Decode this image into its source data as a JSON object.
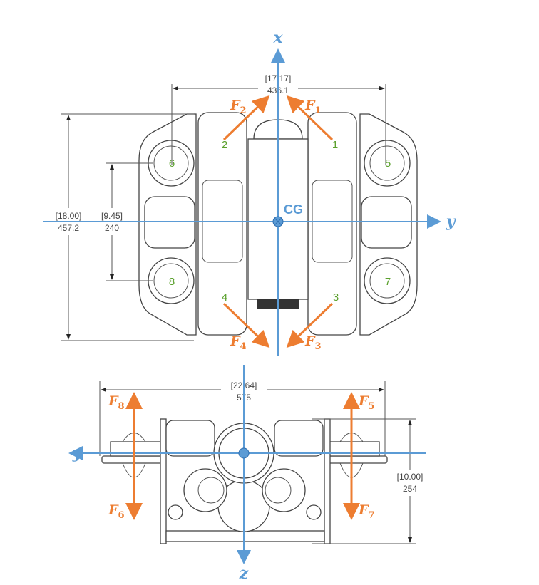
{
  "top_view": {
    "axis_x_label": "x",
    "axis_y_label": "y",
    "cg_label": "CG",
    "dimensions": {
      "width": {
        "inch": "[17.17]",
        "mm": "436.1"
      },
      "length": {
        "inch": "[18.00]",
        "mm": "457.2"
      },
      "thruster_spacing": {
        "inch": "[9.45]",
        "mm": "240"
      }
    },
    "thruster_numbers": [
      "1",
      "2",
      "3",
      "4",
      "5",
      "6",
      "7",
      "8"
    ],
    "forces": [
      {
        "symbol": "F",
        "sub": "1"
      },
      {
        "symbol": "F",
        "sub": "2"
      },
      {
        "symbol": "F",
        "sub": "3"
      },
      {
        "symbol": "F",
        "sub": "4"
      }
    ]
  },
  "front_view": {
    "axis_y_label": "y",
    "axis_z_label": "z",
    "dimensions": {
      "width": {
        "inch": "[22.64]",
        "mm": "575"
      },
      "height": {
        "inch": "[10.00]",
        "mm": "254"
      }
    },
    "forces": [
      {
        "symbol": "F",
        "sub": "5"
      },
      {
        "symbol": "F",
        "sub": "6"
      },
      {
        "symbol": "F",
        "sub": "7"
      },
      {
        "symbol": "F",
        "sub": "8"
      }
    ]
  },
  "colors": {
    "axis": "#5b9bd5",
    "force": "#ed7d31",
    "thruster_number": "#5aa02c"
  }
}
